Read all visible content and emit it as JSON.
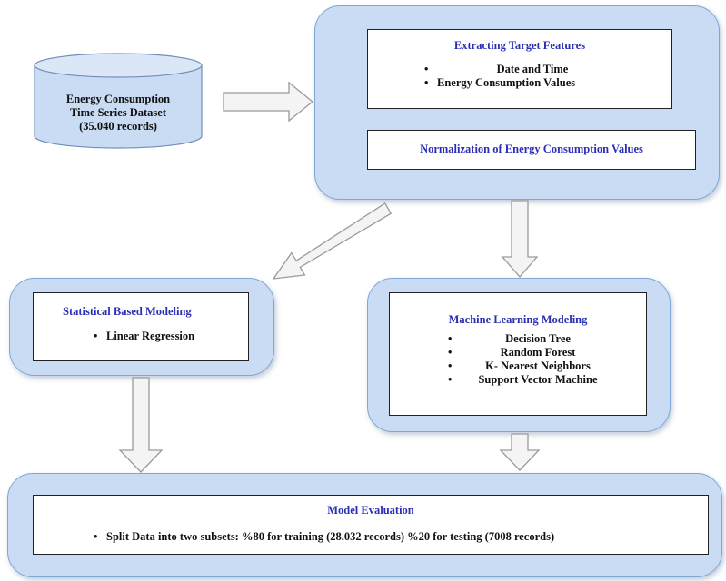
{
  "dataset": {
    "line1": "Energy Consumption",
    "line2": "Time Series Dataset",
    "line3": "(35.040 records)"
  },
  "preprocessing": {
    "extract_title": "Extracting Target Features",
    "extract_items": [
      "Date and Time",
      "Energy Consumption Values"
    ],
    "normalization_title": "Normalization of Energy Consumption Values"
  },
  "statistical": {
    "title": "Statistical Based Modeling",
    "items": [
      "Linear Regression"
    ]
  },
  "ml": {
    "title": "Machine Learning Modeling",
    "items": [
      "Decision Tree",
      "Random Forest",
      "K- Nearest Neighbors",
      "Support Vector Machine"
    ]
  },
  "evaluation": {
    "title": "Model Evaluation",
    "items": [
      "Split Data into two subsets: %80 for training (28.032 records) %20 for testing (7008 records)"
    ]
  },
  "colors": {
    "panel_fill": "#c9dcf3",
    "panel_border": "#7ea6d6",
    "title_text": "#2a2fb5",
    "arrow_fill": "#f4f4f4",
    "arrow_stroke": "#9a9a9a"
  }
}
